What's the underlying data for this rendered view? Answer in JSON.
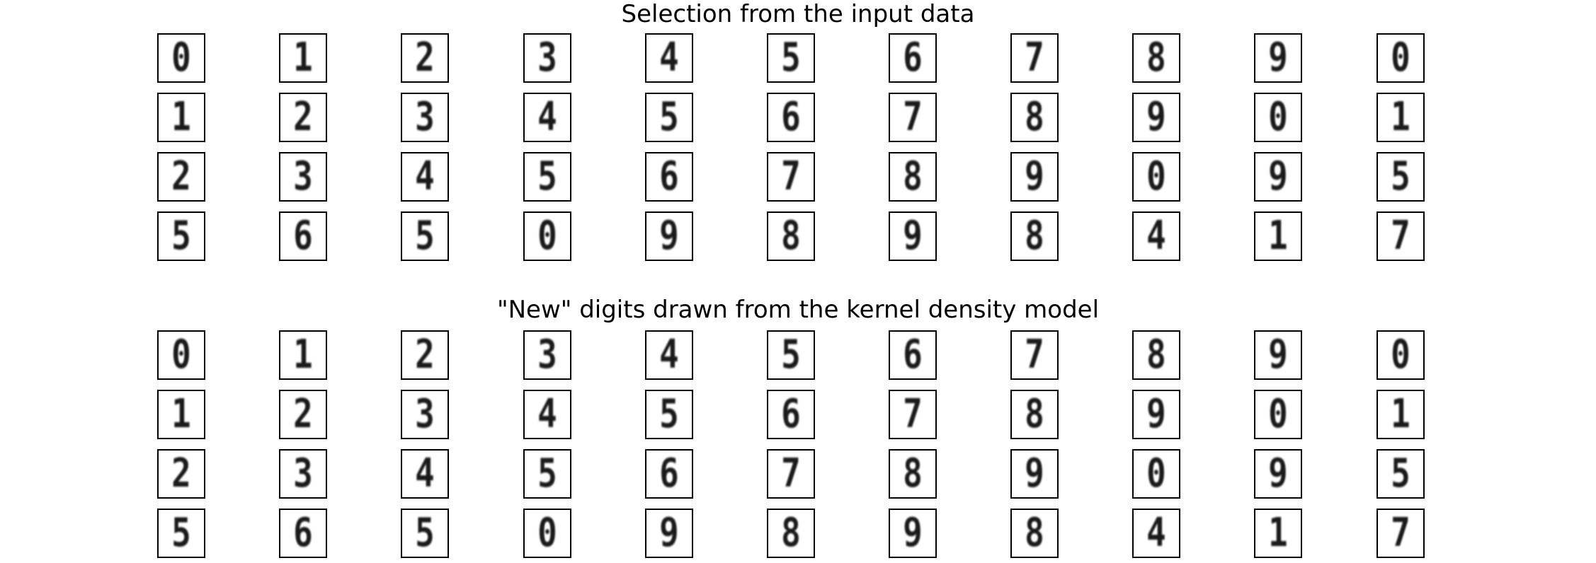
{
  "chart_data": [
    {
      "type": "image-grid",
      "title": "Selection from the input data",
      "rows": 4,
      "cols": 11,
      "colormap": "binary",
      "digits": [
        [
          0,
          1,
          2,
          3,
          4,
          5,
          6,
          7,
          8,
          9,
          0
        ],
        [
          1,
          2,
          3,
          4,
          5,
          6,
          7,
          8,
          9,
          0,
          1
        ],
        [
          2,
          3,
          4,
          5,
          6,
          7,
          8,
          9,
          0,
          9,
          5
        ],
        [
          5,
          6,
          5,
          0,
          9,
          8,
          9,
          8,
          4,
          1,
          7
        ]
      ]
    },
    {
      "type": "image-grid",
      "title": "\"New\" digits drawn from the kernel density model",
      "rows": 4,
      "cols": 11,
      "colormap": "binary",
      "digits": [
        [
          0,
          1,
          2,
          3,
          4,
          5,
          6,
          7,
          8,
          9,
          0
        ],
        [
          1,
          2,
          3,
          4,
          5,
          6,
          7,
          8,
          9,
          0,
          1
        ],
        [
          2,
          3,
          4,
          5,
          6,
          7,
          8,
          9,
          0,
          9,
          5
        ],
        [
          5,
          6,
          5,
          0,
          9,
          8,
          9,
          8,
          4,
          1,
          7
        ]
      ]
    }
  ]
}
